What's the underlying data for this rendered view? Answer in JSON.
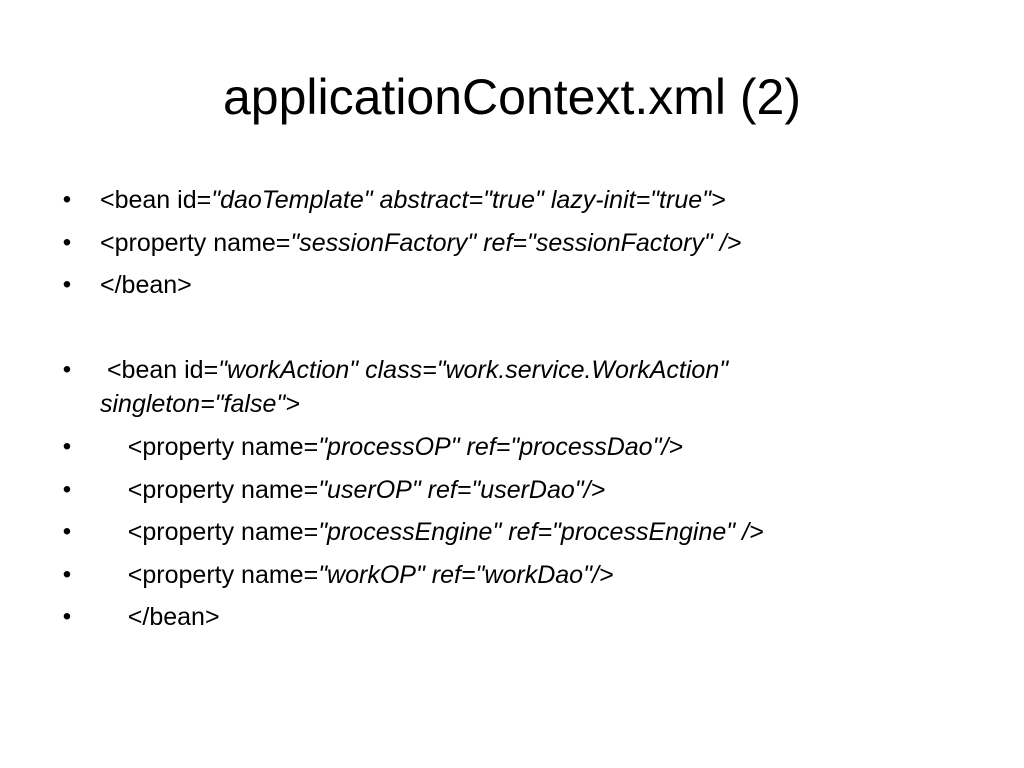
{
  "slide": {
    "title": "applicationContext.xml (2)",
    "bullet_char": "•",
    "items": [
      {
        "plain": "<bean id=",
        "italic": "\"daoTemplate\" abstract=\"true\" lazy-init=\"true\">"
      },
      {
        "plain": "<property name=",
        "italic": "\"sessionFactory\" ref=\"sessionFactory\" />"
      },
      {
        "plain": "</bean>",
        "italic": ""
      },
      {
        "plain": " <bean id=",
        "italic": "\"workAction\" class=\"work.service.WorkAction\" singleton=\"false\">"
      },
      {
        "plain": "    <property name=",
        "italic": "\"processOP\" ref=\"processDao\"/>"
      },
      {
        "plain": "    <property name=",
        "italic": "\"userOP\" ref=\"userDao\"/>"
      },
      {
        "plain": "    <property name=",
        "italic": "\"processEngine\" ref=\"processEngine\" />"
      },
      {
        "plain": "    <property name=",
        "italic": "\"workOP\" ref=\"workDao\"/>"
      },
      {
        "plain": "    </bean>",
        "italic": ""
      }
    ]
  }
}
